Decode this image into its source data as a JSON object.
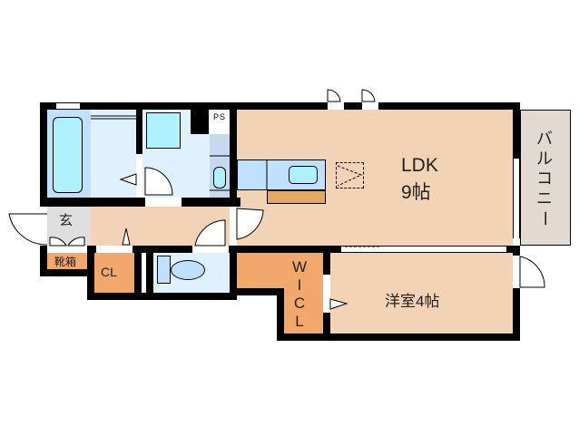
{
  "plan": {
    "rooms": {
      "ldk": {
        "name": "LDK",
        "size": "9帖"
      },
      "western": {
        "label": "洋室4帖"
      },
      "wic": {
        "label": [
          "W",
          "I",
          "C",
          "L"
        ]
      },
      "balcony": {
        "label": [
          "バ",
          "ル",
          "コ",
          "ニ",
          "ー"
        ]
      },
      "entrance": {
        "label": "玄"
      },
      "shoe_box": {
        "label": "靴箱"
      },
      "closet": {
        "label": "CL"
      },
      "ps": {
        "label": "PS"
      }
    },
    "colors": {
      "ldk": "#f3d3b6",
      "wet": "#dff0ff",
      "bath": "#bfe0ff",
      "fixture": "#aef0fb",
      "storage": "#f2a86a",
      "entrance": "#dedede",
      "balcony": "#e2dad2",
      "counter": "#e6a860",
      "wall": "#000000"
    }
  }
}
